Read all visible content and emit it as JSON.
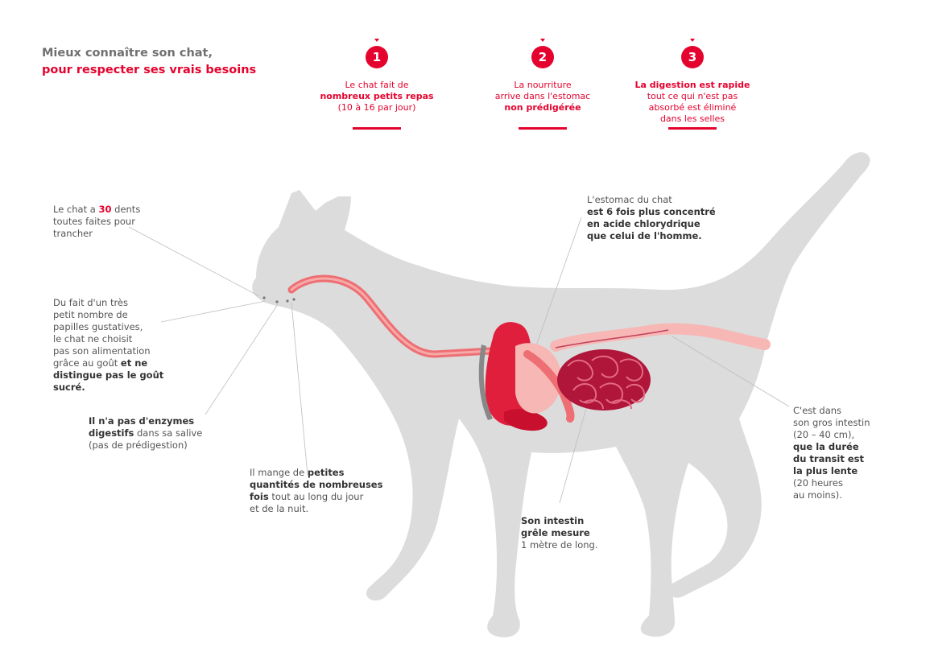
{
  "title": {
    "line1": "Mieux connaître son chat,",
    "line2": "pour respecter ses vrais besoins"
  },
  "steps": [
    {
      "number": "1",
      "line1": "Le chat fait de",
      "line2": "nombreux petits repas",
      "line3": "(10 à 16 par jour)"
    },
    {
      "number": "2",
      "line1": "La nourriture",
      "line2": "arrive dans l'estomac",
      "line3": "non prédigérée"
    },
    {
      "number": "3",
      "line1": "La digestion est rapide",
      "line2": "tout ce qui n'est pas",
      "line3": "absorbé est éliminé",
      "line4": "dans les selles"
    }
  ],
  "annotations": {
    "teeth": {
      "a": "Le chat a ",
      "b": "30",
      "c": " dents",
      "d": "toutes faites pour",
      "e": "trancher"
    },
    "taste": {
      "l1": "Du fait d'un très",
      "l2": "petit nombre de",
      "l3": "papilles gustatives,",
      "l4": "le chat ne choisit",
      "l5": "pas son alimentation",
      "l6": "grâce au goût ",
      "l6b": "et ne",
      "l7": "distingue pas le goût",
      "l8": "sucré."
    },
    "enzymes": {
      "l1": "Il n'a pas d'enzymes",
      "l2": "digestifs",
      "l2b": " dans sa salive",
      "l3": "(pas de prédigestion)"
    },
    "meals": {
      "l1": "Il mange de ",
      "l1b": "petites",
      "l2": "quantités de nombreuses",
      "l3": "fois",
      "l3b": " tout au long du jour",
      "l4": "et de la nuit."
    },
    "stomach": {
      "l1": "L'estomac du chat",
      "l2": "est 6 fois plus concentré",
      "l3": "en acide chlorydrique",
      "l4": "que celui de l'homme."
    },
    "small_intestine": {
      "l1": "Son intestin",
      "l2": "grêle mesure",
      "l3": "1 mètre de long."
    },
    "large_intestine": {
      "l1": "C'est dans",
      "l2": "son gros intestin",
      "l3": "(20 – 40 cm),",
      "l4": "que la durée",
      "l5": "du transit est",
      "l6": "la plus lente",
      "l7": "(20 heures",
      "l8": "au moins)."
    }
  },
  "colors": {
    "accent": "#e4032e",
    "cat_silhouette": "#dcdcdc",
    "esophagus": "#ee6f73",
    "large_intestine": "#f6b7b5",
    "small_intestine": "#b0153a",
    "stomach": "#e01f3d"
  }
}
